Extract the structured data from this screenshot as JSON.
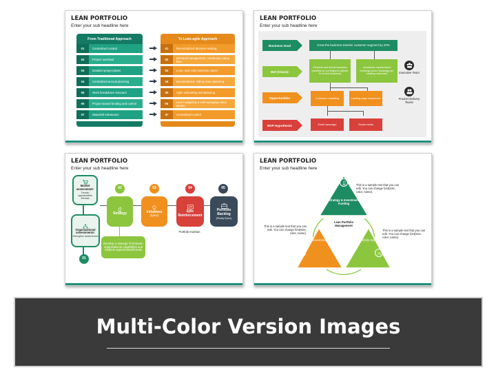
{
  "banner": {
    "title": "Multi-Color Version Images"
  },
  "colors": {
    "teal": "#1f8f7a",
    "orange": "#f0901e",
    "green": "#8cc63e",
    "red": "#d8403a",
    "navy": "#3a4a5a",
    "banner_bg": "#3a3a3a"
  },
  "slide1": {
    "title": "LEAN PORTFOLIO",
    "subtitle": "Enter your sub headline here",
    "left_header": "From Traditional Approach",
    "right_header": "To Lean-agile Approach",
    "left_rows": [
      {
        "num": "01",
        "label": "Centralized control"
      },
      {
        "num": "02",
        "label": "Project overload"
      },
      {
        "num": "03",
        "label": "Detailed project plans"
      },
      {
        "num": "04",
        "label": "Centralized annual planning"
      },
      {
        "num": "05",
        "label": "Work breakdown structure"
      },
      {
        "num": "06",
        "label": "Project-based funding and control"
      },
      {
        "num": "07",
        "label": "Waterfall milestones"
      }
    ],
    "right_rows": [
      {
        "num": "01",
        "label": "Decentralized decision-making"
      },
      {
        "num": "02",
        "label": "Demand management; continuous value flow"
      },
      {
        "num": "03",
        "label": "Lean, epic-only business cases"
      },
      {
        "num": "04",
        "label": "Decentralized, rolling-wave planning"
      },
      {
        "num": "05",
        "label": "Agile estimating and planning"
      },
      {
        "num": "06",
        "label": "Lean budgeting & self-managing value stream"
      },
      {
        "num": "07",
        "label": "Centralized control"
      }
    ]
  },
  "slide2": {
    "title": "LEAN PORTFOLIO",
    "subtitle": "Enter your sub headline here",
    "labels": [
      "Business Goal",
      "Bet (Vision)",
      "Opportunities",
      "MVP Hypothesis"
    ],
    "goal": "Grow the business traveler customer segment by 20%",
    "bet_left": "Promote and funnel business travelers to our features (attract % of new business)",
    "bet_right": "Incentivize repeat travel bookings (more bookings per existing customer)",
    "opp_left": "Customer marketing",
    "opp_right": "Landing page experience",
    "mvp_left": "Email campaign",
    "mvp_right": "Social media",
    "team_1": "Executive Team",
    "team_2": "Product Delivery Teams"
  },
  "slide3": {
    "title": "LEAN PORTFOLIO",
    "subtitle": "Enter your sub headline here",
    "market_title": "Market assessment:",
    "market_sub": "Trends/ opportunities /threats",
    "org_title": "Organizational assessments:",
    "org_sub": "Strengths/ weaknesses",
    "num_01": "01",
    "num_02": "02",
    "num_03": "03",
    "num_04": "04",
    "num_05": "05",
    "strategy": "Strategy",
    "initiatives": "Initiatives",
    "initiatives_sub": "(Epics)",
    "epic": "Epic Reinforcement",
    "backlog": "Portfolio Backlog",
    "backlog_sub": "(Ready Epics)",
    "kanban": "Portfolio Kanban",
    "note": "Develop a strategic fit between organizational capabilities and markets opportunities/threats"
  },
  "slide4": {
    "title": "LEAN PORTFOLIO",
    "subtitle": "Enter your sub headline here",
    "top": "Strategy & Investment Funding",
    "left": "Lean Governance",
    "right": "Agile Portfolio Operations",
    "center": "Lean Portfolio Management",
    "sample": "This is a sample text that you can edit. You can change font(size, color, name)."
  }
}
